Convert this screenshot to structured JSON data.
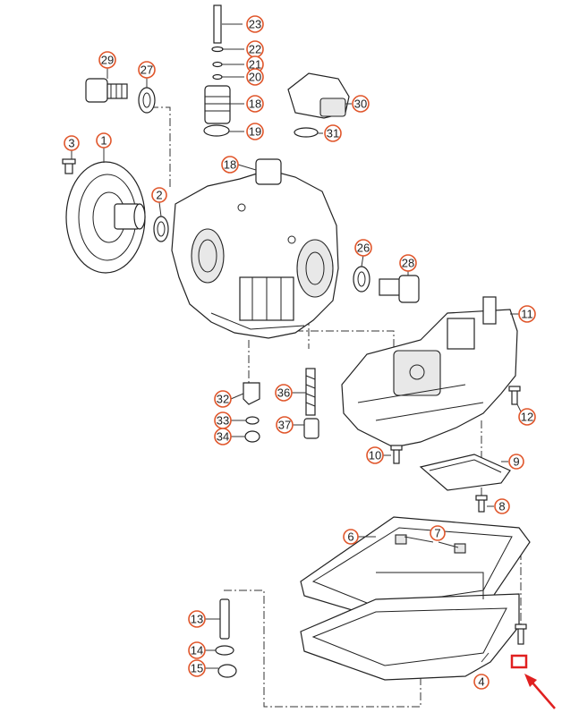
{
  "diagram": {
    "callouts": [
      "23",
      "22",
      "21",
      "20",
      "18",
      "19",
      "29",
      "27",
      "30",
      "31",
      "3",
      "1",
      "18",
      "2",
      "26",
      "28",
      "11",
      "12",
      "32",
      "36",
      "33",
      "37",
      "34",
      "10",
      "9",
      "8",
      "6",
      "7",
      "13",
      "14",
      "15",
      "4"
    ],
    "callout_color": "#e0562b",
    "highlight_color": "#e02020",
    "arrow_color": "#e02020"
  }
}
